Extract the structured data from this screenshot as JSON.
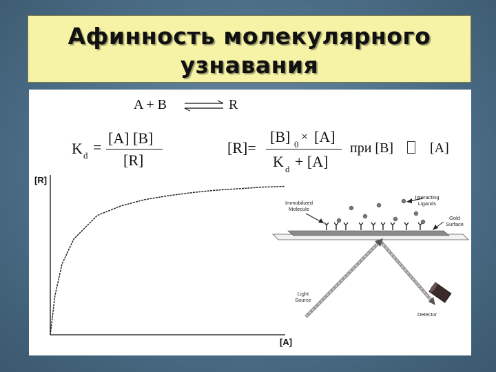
{
  "slide": {
    "title_line1": "Афинность молекулярного",
    "title_line2": "узнавания",
    "background_color": "#4d6f88",
    "title_bg_color": "#f6f3a6"
  },
  "reaction": {
    "left": "A + B",
    "right": "R"
  },
  "kd_formula": {
    "lhs": "K",
    "lhs_sub": "d",
    "equals": "=",
    "numerator": "[A] [B]",
    "denominator": "[R]"
  },
  "r_formula": {
    "lhs": "[R]=",
    "num_b": "[B]",
    "num_b_sub": "0",
    "num_times": "×",
    "num_a": "[A]",
    "den_k": "K",
    "den_k_sub": "d",
    "den_rest": "+ [A]"
  },
  "condition": {
    "text": "при [B]",
    "symbol": "",
    "rhs": "[A]"
  },
  "graph": {
    "y_label": "[R]",
    "x_label": "[A]"
  },
  "spr_diagram": {
    "immobilized_label_1": "Immobilized",
    "immobilized_label_2": "Molecule",
    "ligands_label_1": "Interacting",
    "ligands_label_2": "Ligands",
    "gold_label_1": "Gold",
    "gold_label_2": "Surface",
    "light_label_1": "Light",
    "light_label_2": "Source",
    "detector_label": "Detector"
  },
  "chart_data": {
    "type": "line",
    "title": "",
    "xlabel": "[A]",
    "ylabel": "[R]",
    "series": [
      {
        "x": [
          0,
          0.02,
          0.05,
          0.1,
          0.2,
          0.3,
          0.4,
          0.5,
          0.6,
          0.7,
          0.8,
          0.9,
          1.0
        ],
        "y": [
          0,
          0.25,
          0.45,
          0.61,
          0.76,
          0.82,
          0.86,
          0.885,
          0.905,
          0.92,
          0.93,
          0.94,
          0.945
        ]
      }
    ],
    "xlim": [
      0,
      1
    ],
    "ylim": [
      0,
      1
    ],
    "grid": false
  }
}
